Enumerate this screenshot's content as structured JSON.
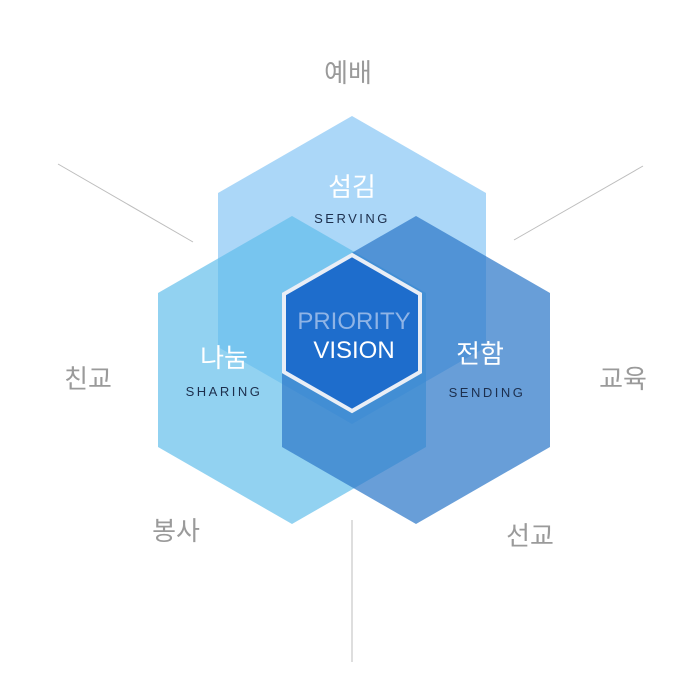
{
  "outer_labels": {
    "top": "예배",
    "left": "친교",
    "right": "교육",
    "bottom_left": "봉사",
    "bottom_right": "선교"
  },
  "hexagons": {
    "top": {
      "ko": "섬김",
      "en": "SERVING"
    },
    "left": {
      "ko": "나눔",
      "en": "SHARING"
    },
    "right": {
      "ko": "전함",
      "en": "SENDING"
    }
  },
  "center": {
    "line1": "PRIORITY",
    "line2": "VISION"
  },
  "colors": {
    "outer_label": "#9a9a9a",
    "divider": "#bdbdbd",
    "hex_top": "#9fd2f6",
    "hex_left": "#84cdf1",
    "hex_right": "#4f91d4",
    "center_fill": "#1e6dcc",
    "center_stroke": "#e9eef6",
    "white": "#ffffff",
    "en_dark": "#1d2f4d",
    "center_line1": "#8fb4e6"
  }
}
